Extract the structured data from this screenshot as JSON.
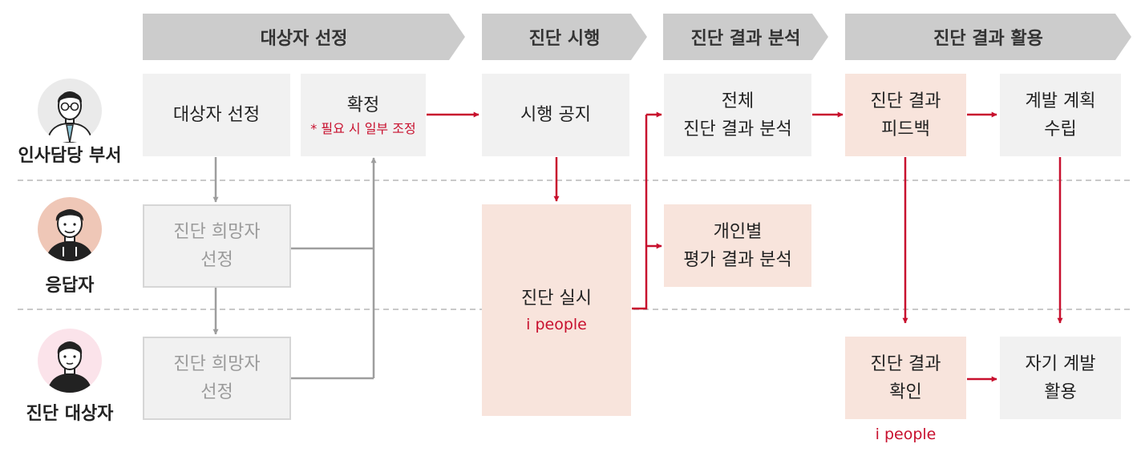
{
  "stages": [
    {
      "label": "대상자 선정"
    },
    {
      "label": "진단 시행"
    },
    {
      "label": "진단 결과 분석"
    },
    {
      "label": "진단 결과 활용"
    }
  ],
  "roles": [
    {
      "label": "인사담당 부서",
      "avatar_bg": "#eaeaea",
      "icon": "hr-staff-icon"
    },
    {
      "label": "응답자",
      "avatar_bg": "#efc7b7",
      "icon": "respondent-icon"
    },
    {
      "label": "진단 대상자",
      "avatar_bg": "#fbe3ea",
      "icon": "subject-icon"
    }
  ],
  "boxes": {
    "select_target": {
      "lines": [
        "대상자 선정"
      ]
    },
    "confirm": {
      "lines": [
        "확정"
      ],
      "note": "* 필요 시 일부 조정"
    },
    "announce": {
      "lines": [
        "시행 공지"
      ]
    },
    "full_analysis": {
      "lines": [
        "전체",
        "진단 결과 분석"
      ]
    },
    "feedback": {
      "lines": [
        "진단 결과",
        "피드백"
      ]
    },
    "dev_plan": {
      "lines": [
        "계발 계획",
        "수립"
      ]
    },
    "respondent_select": {
      "lines": [
        "진단 희망자",
        "선정"
      ]
    },
    "run_diagnosis": {
      "lines": [
        "진단 실시"
      ],
      "note": "i people"
    },
    "individual_analysis": {
      "lines": [
        "개인별",
        "평가 결과 분석"
      ]
    },
    "subject_select": {
      "lines": [
        "진단 희망자",
        "선정"
      ]
    },
    "check_results": {
      "lines": [
        "진단 결과",
        "확인"
      ],
      "note": "i people"
    },
    "self_dev": {
      "lines": [
        "자기 계발",
        "활용"
      ]
    }
  },
  "colors": {
    "accent_red": "#c8102e",
    "stage_gray": "#cccccc",
    "box_gray": "#f1f1f1",
    "box_pink": "#f8e4dc",
    "connector_gray": "#9e9e9e"
  }
}
